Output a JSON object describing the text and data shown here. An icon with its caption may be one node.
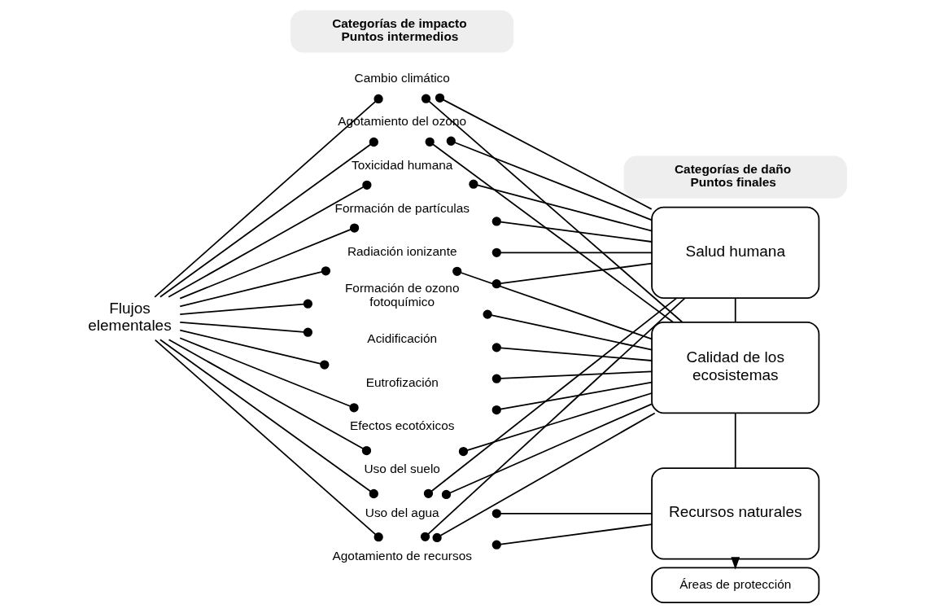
{
  "diagram": {
    "nodes": [
      {
        "text": [
          "Categorías de impacto Puntos intermedios"
        ]
      },
      {
        "text": [
          "Categorías de daño Puntos finales"
        ]
      },
      {
        "text": [
          "Flujos elementales"
        ]
      },
      {
        "text": [
          "Cambio climático"
        ]
      },
      {
        "text": [
          "Agotamiento del ozono"
        ]
      },
      {
        "text": [
          "Toxicidad humana"
        ]
      },
      {
        "text": [
          "Formación de partículas"
        ]
      },
      {
        "text": [
          "Radiación ionizante"
        ]
      },
      {
        "text": [
          "Formación de ozono fotoquímico"
        ]
      },
      {
        "text": [
          "Acidificación"
        ]
      },
      {
        "text": [
          "Eutrofización"
        ]
      },
      {
        "text": [
          "Efectos ecotóxicos"
        ]
      },
      {
        "text": [
          "Uso del suelo"
        ]
      },
      {
        "text": [
          "Uso del agua"
        ]
      },
      {
        "text": [
          "Agotamiento de recursos"
        ]
      },
      {
        "text": [
          "Salud humana"
        ]
      },
      {
        "text": [
          "Calidad de los ecosistemas"
        ]
      },
      {
        "text": [
          "Recursos naturales"
        ]
      },
      {
        "text": [
          "Áreas de protección"
        ]
      }
    ],
    "edges": [
      {
        "from": 2,
        "to": 3,
        "arrow": "other"
      },
      {
        "from": 2,
        "to": 4,
        "arrow": "other"
      },
      {
        "from": 2,
        "to": 5,
        "arrow": "other"
      },
      {
        "from": 2,
        "to": 6,
        "arrow": "other"
      },
      {
        "from": 2,
        "to": 7,
        "arrow": "other"
      },
      {
        "from": 2,
        "to": 8,
        "arrow": "other"
      },
      {
        "from": 2,
        "to": 9,
        "arrow": "other"
      },
      {
        "from": 2,
        "to": 10,
        "arrow": "other"
      },
      {
        "from": 2,
        "to": 11,
        "arrow": "other"
      },
      {
        "from": 2,
        "to": 12,
        "arrow": "other"
      },
      {
        "from": 2,
        "to": 13,
        "arrow": "other"
      },
      {
        "from": 2,
        "to": 14,
        "arrow": "other"
      },
      {
        "from": 15,
        "to": 3,
        "arrow": "other"
      },
      {
        "from": 16,
        "to": 3,
        "arrow": "other"
      },
      {
        "from": 15,
        "to": 4,
        "arrow": "other"
      },
      {
        "from": 16,
        "to": 4,
        "arrow": "other"
      },
      {
        "from": 15,
        "to": 5,
        "arrow": "other"
      },
      {
        "from": 15,
        "to": 6,
        "arrow": "other"
      },
      {
        "from": 15,
        "to": 7,
        "arrow": "other"
      },
      {
        "from": 16,
        "to": 7,
        "arrow": "other"
      },
      {
        "from": 15,
        "to": 8,
        "arrow": "other"
      },
      {
        "from": 16,
        "to": 8,
        "arrow": "other"
      },
      {
        "from": 16,
        "to": 9,
        "arrow": "other"
      },
      {
        "from": 16,
        "to": 10,
        "arrow": "other"
      },
      {
        "from": 16,
        "to": 11,
        "arrow": "other"
      },
      {
        "from": 16,
        "to": 12,
        "arrow": "other"
      },
      {
        "from": 15,
        "to": 13,
        "arrow": "other"
      },
      {
        "from": 16,
        "to": 13,
        "arrow": "other"
      },
      {
        "from": 17,
        "to": 13,
        "arrow": "other"
      },
      {
        "from": 15,
        "to": 14,
        "arrow": "other"
      },
      {
        "from": 16,
        "to": 14,
        "arrow": "other"
      },
      {
        "from": 17,
        "to": 14,
        "arrow": "other"
      },
      {
        "from": 15,
        "to": 16,
        "arrow": "none"
      },
      {
        "from": 16,
        "to": 17,
        "arrow": "none"
      },
      {
        "from": 17,
        "to": 18,
        "arrow": "to"
      }
    ]
  }
}
